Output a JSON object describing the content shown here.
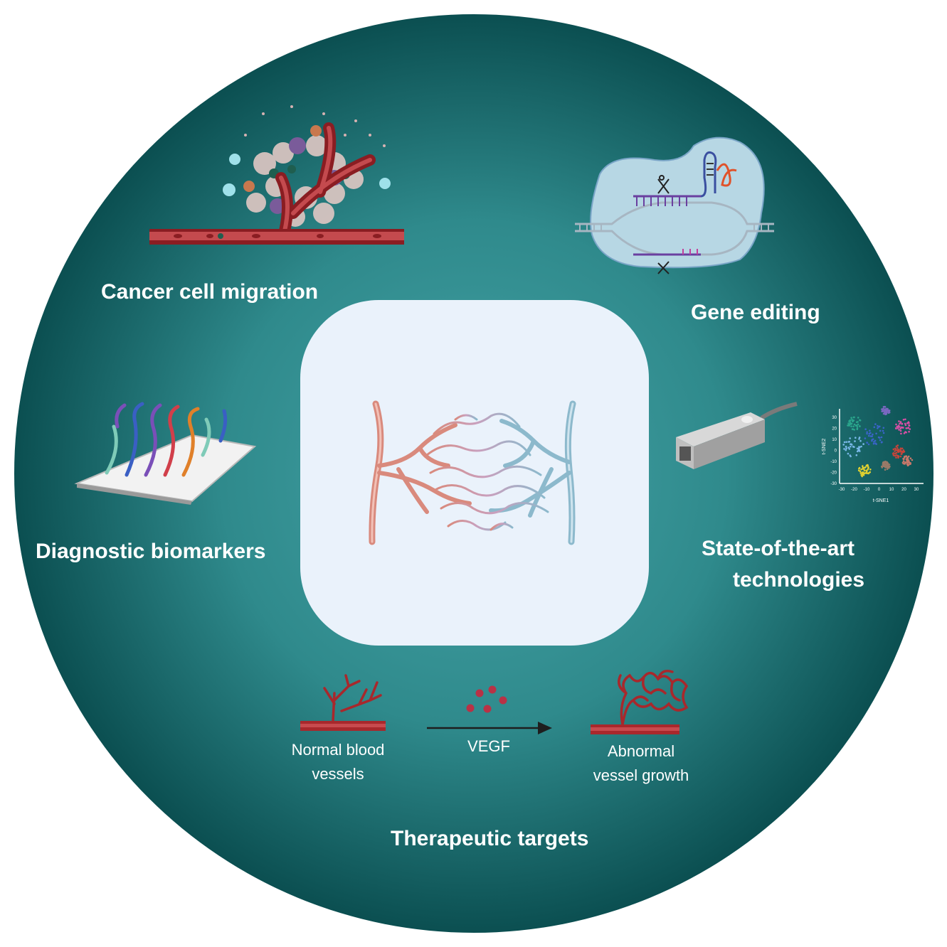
{
  "topics": {
    "cancer_migration": "Cancer cell migration",
    "gene_editing": "Gene editing",
    "biomarkers": "Diagnostic biomarkers",
    "technologies_line1": "State-of-the-art",
    "technologies_line2": "technologies",
    "therapeutic": "Therapeutic targets"
  },
  "therapeutic_panel": {
    "normal_line1": "Normal blood",
    "normal_line2": "vessels",
    "vegf": "VEGF",
    "abnormal_line1": "Abnormal",
    "abnormal_line2": "vessel growth"
  },
  "tsne_plot": {
    "xlabel": "t-SNE1",
    "ylabel": "t-SNE2",
    "x_ticks": [
      "-30",
      "-20",
      "-10",
      "0",
      "10",
      "20",
      "30"
    ],
    "y_ticks": [
      "30",
      "20",
      "10",
      "0",
      "-10",
      "-20",
      "-30"
    ]
  },
  "colors": {
    "circle_center": "#45a3a6",
    "circle_edge": "#0b4f51",
    "center_panel": "#eaf2fb",
    "artery": "#d98a7d",
    "vein": "#8cb9cc",
    "vessel_red": "#a8282c"
  }
}
